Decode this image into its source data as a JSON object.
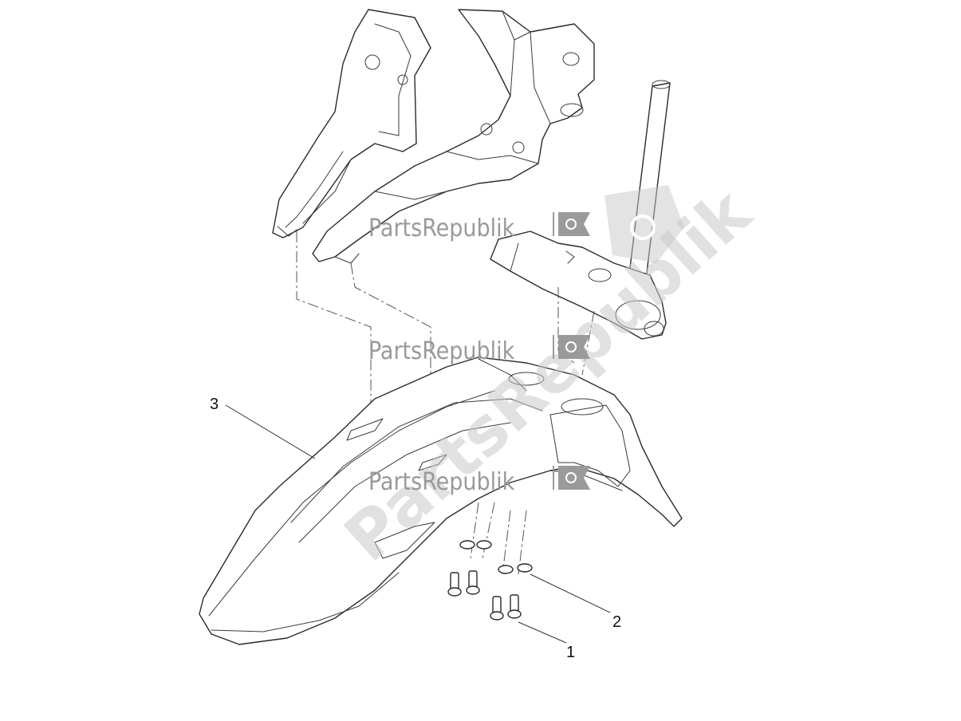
{
  "diagram": {
    "callouts": [
      {
        "id": "1",
        "label": "1"
      },
      {
        "id": "2",
        "label": "2"
      },
      {
        "id": "3",
        "label": "3"
      }
    ],
    "watermark": {
      "brand": "PartsRepublik",
      "repeats": [
        {
          "text": "PartsRepublik"
        },
        {
          "text": "PartsRepublik"
        },
        {
          "text": "PartsRepublik"
        }
      ],
      "diagonal_text": "PartsRepublik"
    },
    "colors": {
      "line": "#2a2a2a",
      "watermark": "#9a9a9a",
      "background": "#ffffff"
    }
  }
}
